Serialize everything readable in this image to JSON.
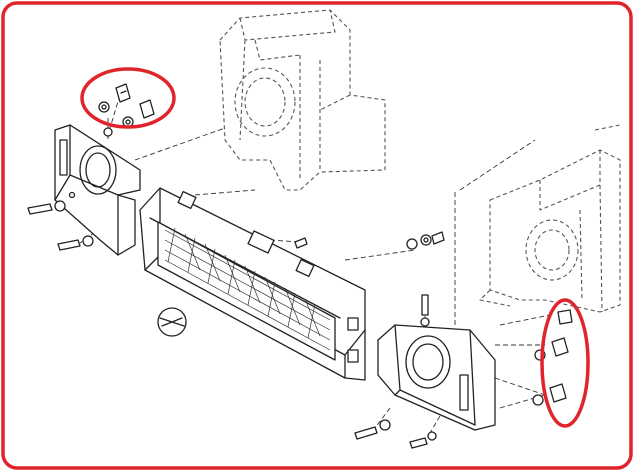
{
  "colors": {
    "frame": "#e0242c",
    "highlight": "#e0242c",
    "ink": "#222222",
    "ghost_ink": "#555555",
    "background": "#ffffff"
  },
  "diagram": {
    "kind": "exploded-parts-view",
    "parts": [
      "left-headlamp-bracket",
      "front-grille",
      "grille-emblem",
      "right-headlamp-bracket",
      "left-fender-ghost",
      "right-fender-ghost"
    ],
    "highlights": [
      {
        "label": "",
        "target": "upper-left-clip-fasteners",
        "shape": "ellipse"
      },
      {
        "label": "",
        "target": "right-bracket-clip-fasteners",
        "shape": "ellipse"
      }
    ]
  }
}
